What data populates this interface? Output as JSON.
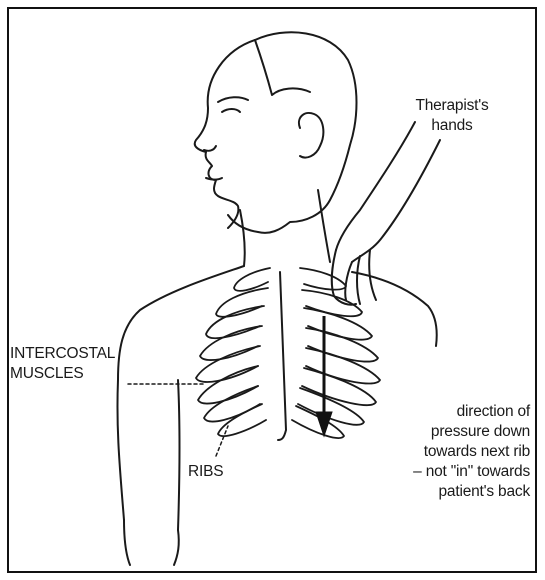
{
  "labels": {
    "therapist_hands": [
      "Therapist's",
      "hands"
    ],
    "intercostal_muscles": [
      "INTERCOSTAL",
      "MUSCLES"
    ],
    "ribs": "RIBS",
    "direction_note": [
      "direction of",
      "pressure down",
      "towards next rib",
      "– not \"in\" towards",
      "patient's back"
    ]
  },
  "colors": {
    "line": "#1a1a1a",
    "frame": "#111111",
    "background": "#ffffff"
  }
}
